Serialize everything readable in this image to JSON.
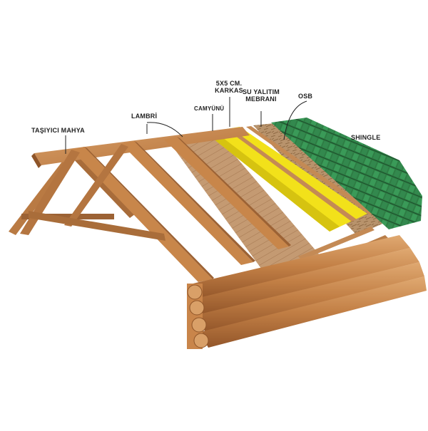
{
  "labels": {
    "tasiyici_mahya": "TAŞIYICI MAHYA",
    "lambri": "LAMBRİ",
    "camyunu": "CAMYÜNÜ",
    "karkas": "5x5 cm. KARKAS",
    "su_yalitim": "SU YALITIM MEBRANI",
    "osb": "OSB",
    "shingle": "SHINGLE"
  },
  "colors": {
    "timber": "#c8864a",
    "timber_dark": "#8e5428",
    "lambri": "#b88b63",
    "membrane": "#f2e11a",
    "shingle": "#2f8c4c"
  }
}
